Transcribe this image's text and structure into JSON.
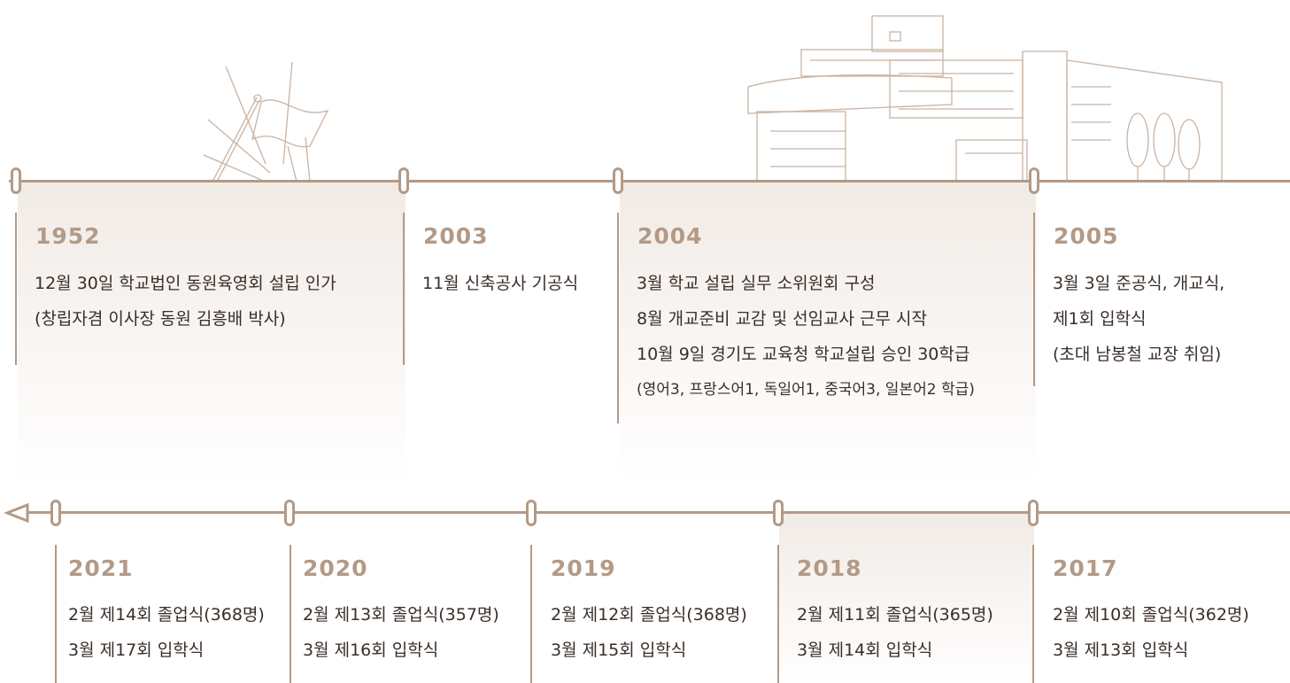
{
  "top_row": [
    {
      "year": "1952",
      "lines": [
        "12월 30일 학교법인 동원육영회 설립 인가",
        "(창립자겸 이사장 동원 김흥배 박사)"
      ]
    },
    {
      "year": "2003",
      "lines": [
        "11월 신축공사 기공식"
      ]
    },
    {
      "year": "2004",
      "lines": [
        "3월 학교 설립 실무 소위원회 구성",
        "8월 개교준비 교감 및 선임교사 근무 시작",
        "10월 9일 경기도 교육청 학교설립 승인 30학급",
        "(영어3, 프랑스어1, 독일어1, 중국어3, 일본어2 학급)"
      ]
    },
    {
      "year": "2005",
      "lines": [
        "3월 3일 준공식, 개교식,",
        "제1회 입학식",
        "(초대 남봉철 교장 취임)"
      ]
    }
  ],
  "bottom_row": [
    {
      "year": "2021",
      "lines": [
        "2월 제14회 졸업식(368명)",
        "3월 제17회 입학식"
      ]
    },
    {
      "year": "2020",
      "lines": [
        "2월 제13회 졸업식(357명)",
        "3월 제16회 입학식"
      ]
    },
    {
      "year": "2019",
      "lines": [
        "2월 제12회 졸업식(368명)",
        "3월 제15회 입학식"
      ]
    },
    {
      "year": "2018",
      "lines": [
        "2월 제11회 졸업식(365명)",
        "3월 제14회 입학식"
      ]
    },
    {
      "year": "2017",
      "lines": [
        "2월 제10회 졸업식(362명)",
        "3월 제13회 입학식"
      ]
    }
  ],
  "icons": {
    "flag": "flag-illustration",
    "building": "school-building-illustration",
    "arrow": "arrow-left-icon"
  },
  "colors": {
    "accent": "#b39a86",
    "text": "#3a2e28",
    "shade": "#f1ebe6"
  }
}
